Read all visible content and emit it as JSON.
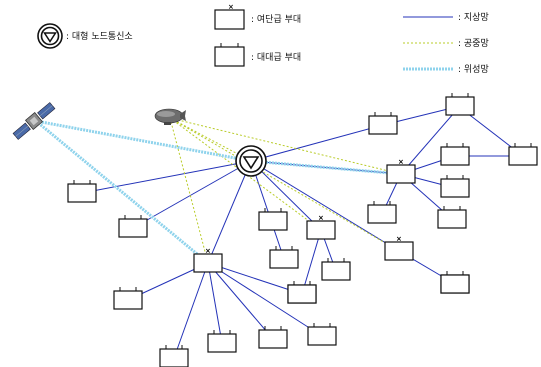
{
  "legend": {
    "node_label": ": 대형 노드통신소",
    "brigade_label": ": 여단급 부대",
    "battalion_label": ": 대대급 부대",
    "ground_label": ": 지상망",
    "aerial_label": ": 공중망",
    "satellite_label": ": 위성망"
  },
  "link_styles": {
    "ground": {
      "color": "#2433b8",
      "dash": ""
    },
    "aerial": {
      "color": "#b9cc2a",
      "dash": "2,2"
    },
    "satellite": {
      "color": "#8fd3ec",
      "dash": "2,1"
    }
  },
  "node_station": {
    "id": "hub"
  },
  "satellite": {
    "id": "sat",
    "icon": "satellite-icon"
  },
  "airship": {
    "id": "air",
    "icon": "airship-icon"
  },
  "units": [
    {
      "id": "b1",
      "type": "brigade"
    },
    {
      "id": "b2",
      "type": "brigade"
    },
    {
      "id": "b3",
      "type": "brigade"
    },
    {
      "id": "b4",
      "type": "brigade"
    },
    {
      "id": "u1",
      "type": "battalion"
    },
    {
      "id": "u2",
      "type": "battalion"
    },
    {
      "id": "u3",
      "type": "battalion"
    },
    {
      "id": "u4",
      "type": "battalion"
    },
    {
      "id": "u5",
      "type": "battalion"
    },
    {
      "id": "u6",
      "type": "battalion"
    },
    {
      "id": "u7",
      "type": "battalion"
    },
    {
      "id": "u8",
      "type": "battalion"
    },
    {
      "id": "u9",
      "type": "battalion"
    },
    {
      "id": "u10",
      "type": "battalion"
    },
    {
      "id": "u11",
      "type": "battalion"
    },
    {
      "id": "u12",
      "type": "battalion"
    },
    {
      "id": "u13",
      "type": "battalion"
    },
    {
      "id": "u14",
      "type": "battalion"
    },
    {
      "id": "u15",
      "type": "battalion"
    },
    {
      "id": "u16",
      "type": "battalion"
    },
    {
      "id": "u17",
      "type": "battalion"
    },
    {
      "id": "u18",
      "type": "battalion"
    },
    {
      "id": "u19",
      "type": "battalion"
    },
    {
      "id": "u20",
      "type": "battalion"
    },
    {
      "id": "u21",
      "type": "battalion"
    }
  ],
  "links": [
    {
      "from": "hub",
      "to": "u1",
      "net": "ground"
    },
    {
      "from": "hub",
      "to": "u2",
      "net": "ground"
    },
    {
      "from": "hub",
      "to": "b1",
      "net": "ground"
    },
    {
      "from": "hub",
      "to": "u5",
      "net": "ground"
    },
    {
      "from": "hub",
      "to": "b2",
      "net": "ground"
    },
    {
      "from": "hub",
      "to": "b3",
      "net": "ground"
    },
    {
      "from": "hub",
      "to": "b4",
      "net": "ground"
    },
    {
      "from": "hub",
      "to": "u4",
      "net": "ground"
    },
    {
      "from": "b4",
      "to": "u14",
      "net": "ground"
    },
    {
      "from": "b4",
      "to": "u15",
      "net": "ground"
    },
    {
      "from": "b4",
      "to": "u16",
      "net": "ground"
    },
    {
      "from": "b4",
      "to": "u18",
      "net": "ground"
    },
    {
      "from": "b4",
      "to": "u17",
      "net": "ground"
    },
    {
      "from": "u15",
      "to": "u4",
      "net": "ground"
    },
    {
      "from": "b1",
      "to": "u9",
      "net": "ground"
    },
    {
      "from": "b1",
      "to": "u10",
      "net": "ground"
    },
    {
      "from": "b1",
      "to": "u11",
      "net": "ground"
    },
    {
      "from": "b1",
      "to": "u12",
      "net": "ground"
    },
    {
      "from": "b1",
      "to": "u13",
      "net": "ground"
    },
    {
      "from": "b1",
      "to": "u8",
      "net": "ground"
    },
    {
      "from": "b2",
      "to": "u6",
      "net": "ground"
    },
    {
      "from": "b2",
      "to": "u7",
      "net": "ground"
    },
    {
      "from": "b3",
      "to": "u21",
      "net": "ground"
    },
    {
      "from": "air",
      "to": "hub",
      "net": "aerial"
    },
    {
      "from": "air",
      "to": "b1",
      "net": "aerial"
    },
    {
      "from": "air",
      "to": "b2",
      "net": "aerial"
    },
    {
      "from": "air",
      "to": "b3",
      "net": "aerial"
    },
    {
      "from": "air",
      "to": "b4",
      "net": "aerial"
    },
    {
      "from": "sat",
      "to": "hub",
      "net": "satellite"
    },
    {
      "from": "sat",
      "to": "b1",
      "net": "satellite"
    },
    {
      "from": "hub",
      "to": "b4",
      "net": "satellite"
    }
  ]
}
